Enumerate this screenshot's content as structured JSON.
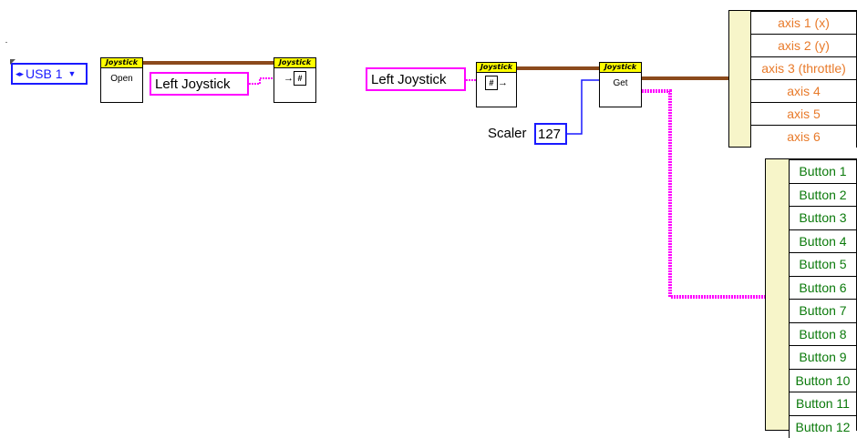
{
  "usb_ring": {
    "value": "USB 1",
    "arrows_icon": "increment-decrement-arrows",
    "dropdown_icon": "dropdown-arrow"
  },
  "open_vi": {
    "banner": "Joystick",
    "label": "Open"
  },
  "name_const_1": {
    "value": "Left Joystick"
  },
  "save_vi": {
    "banner": "Joystick"
  },
  "name_const_2": {
    "value": "Left Joystick"
  },
  "load_vi": {
    "banner": "Joystick"
  },
  "get_vi": {
    "banner": "Joystick",
    "label": "Get"
  },
  "scaler": {
    "label": "Scaler",
    "value": "127"
  },
  "axes_cluster": {
    "items": [
      "axis 1 (x)",
      "axis 2 (y)",
      "axis 3 (throttle)",
      "axis 4",
      "axis 5",
      "axis 6"
    ]
  },
  "buttons_cluster": {
    "items": [
      "Button 1",
      "Button 2",
      "Button 3",
      "Button 4",
      "Button 5",
      "Button 6",
      "Button 7",
      "Button 8",
      "Button 9",
      "Button 10",
      "Button 11",
      "Button 12"
    ]
  },
  "colors": {
    "refnum_wire": "#8b4a1c",
    "string_wire": "#ff00ff",
    "numeric_wire": "#1a1aff",
    "axis_text": "#e87a2a",
    "button_text": "#0b7a0b",
    "banner": "#ffff00"
  }
}
